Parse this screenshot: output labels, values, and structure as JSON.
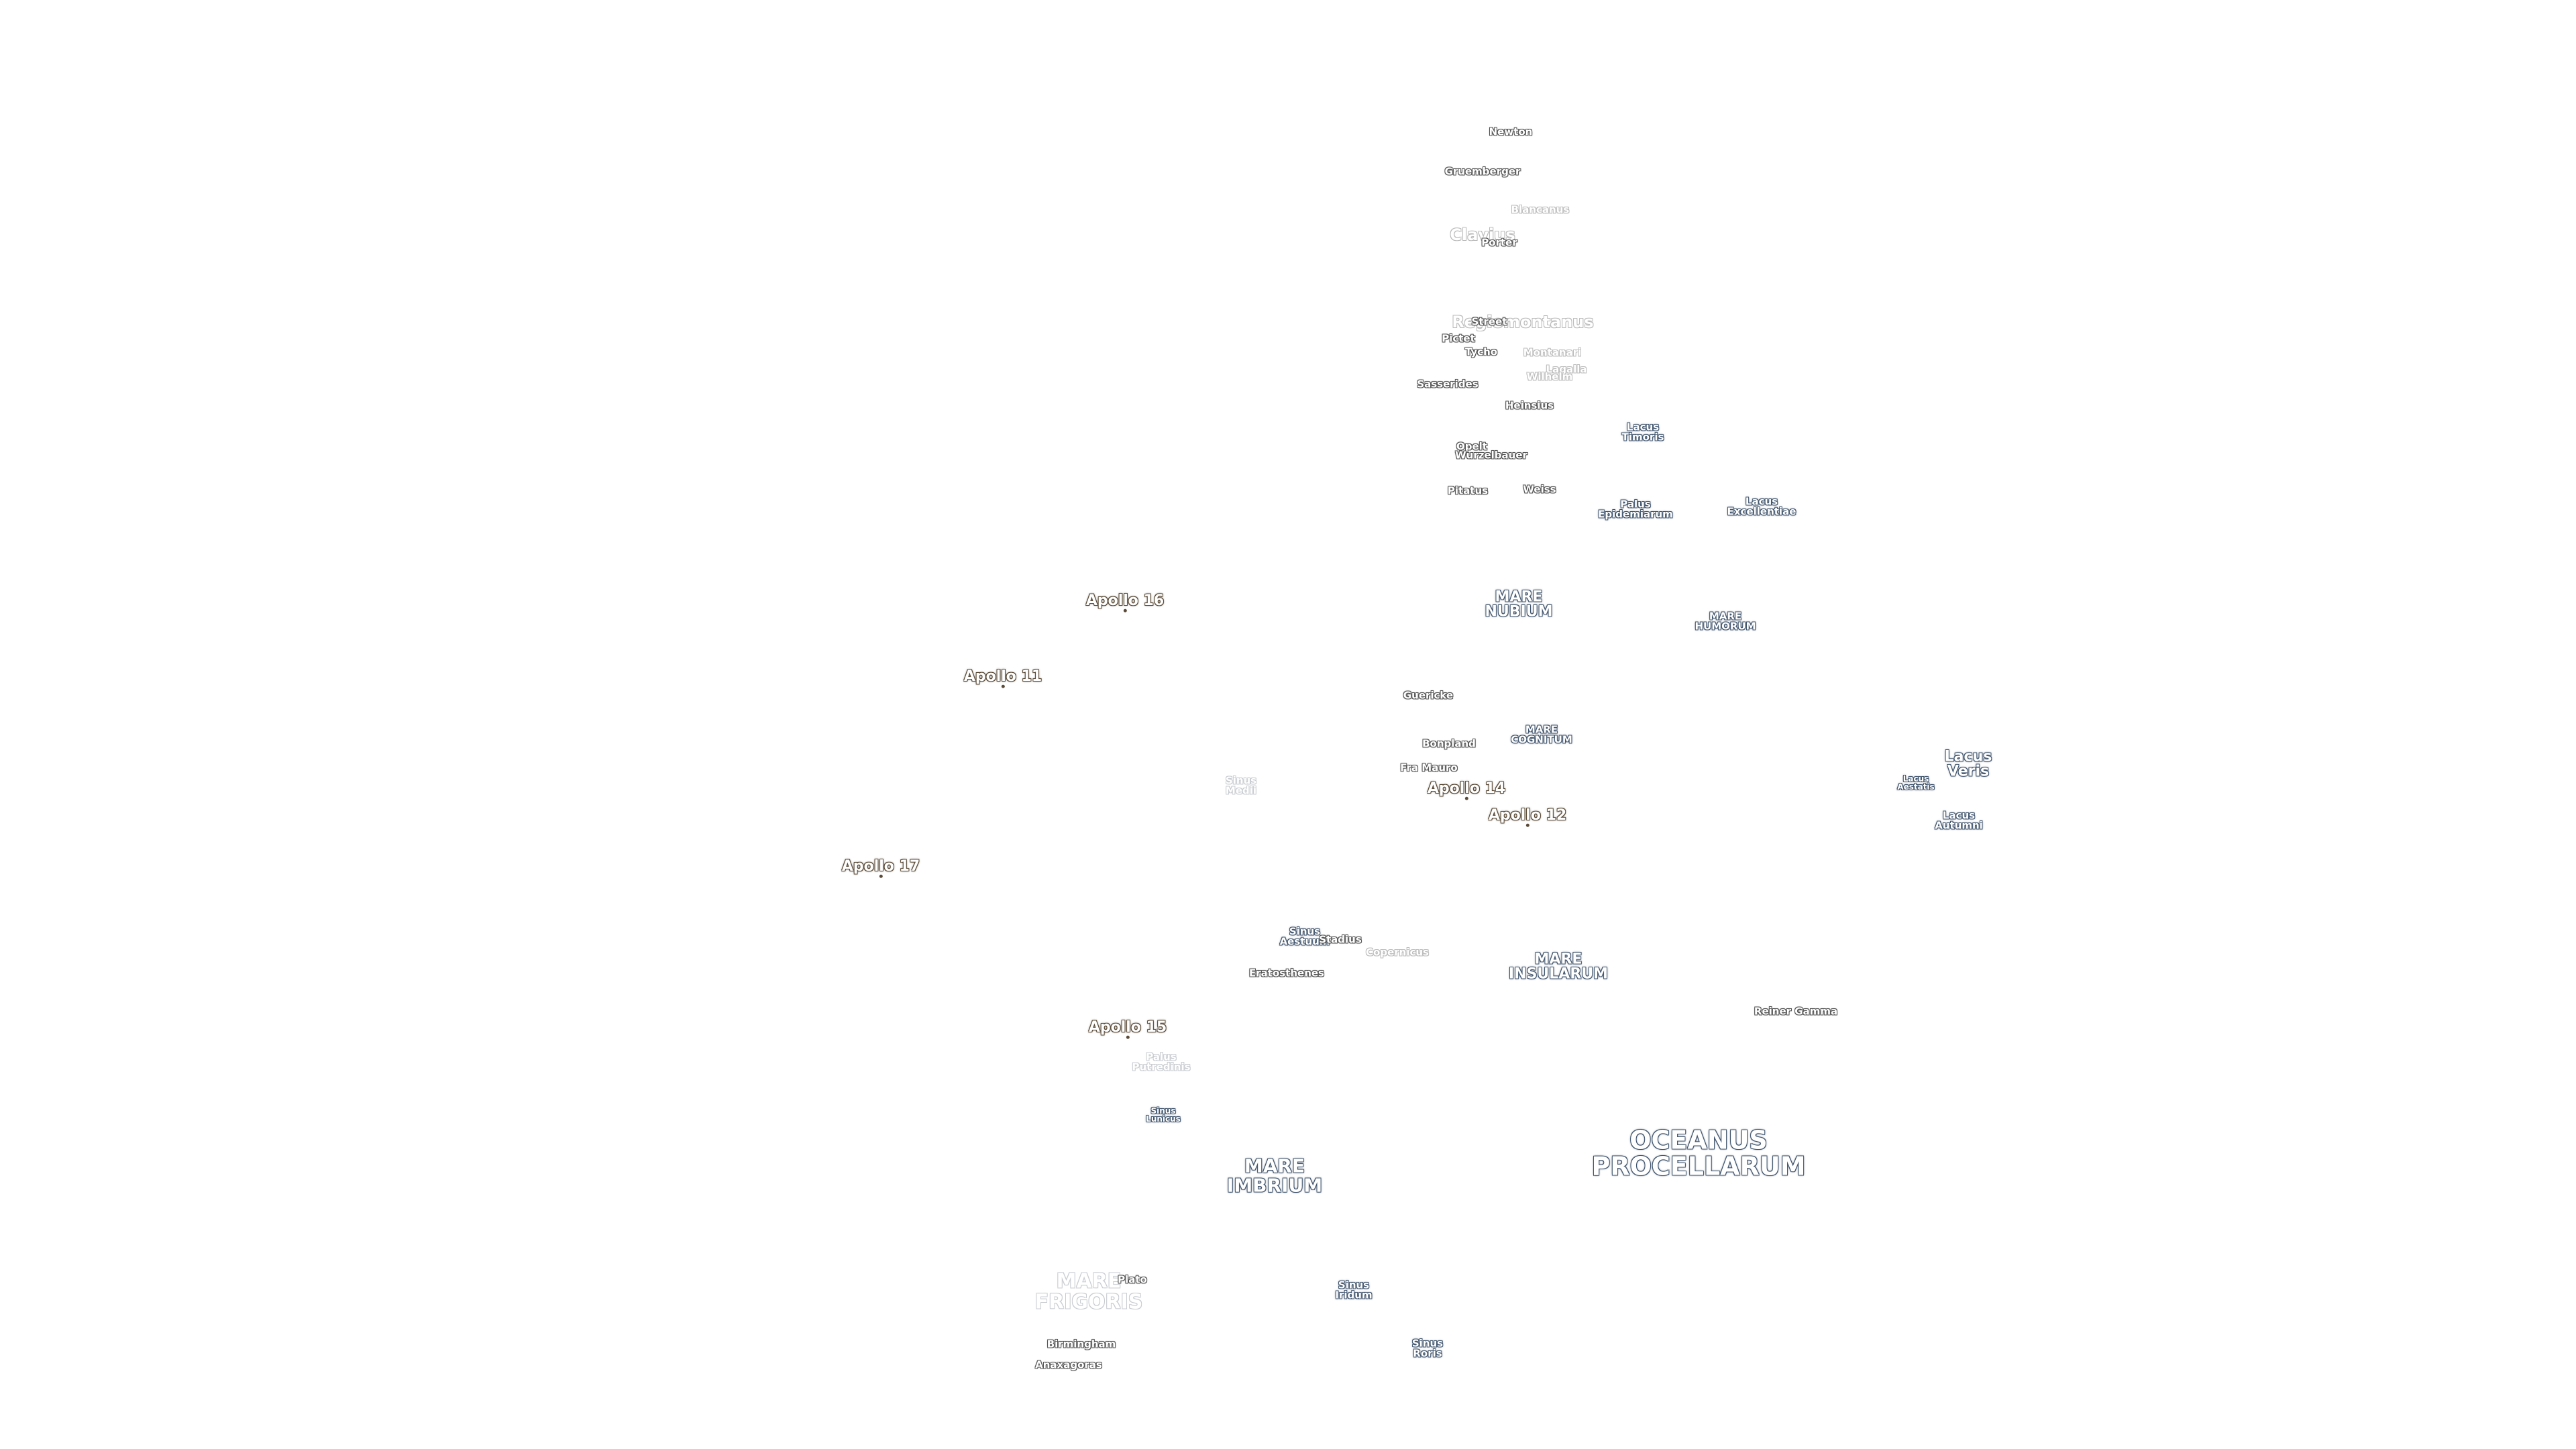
{
  "map": {
    "labels": [
      {
        "id": "newton",
        "kind": "crater",
        "lines": [
          "Newton"
        ]
      },
      {
        "id": "gruemberger",
        "kind": "crater",
        "lines": [
          "Gruemberger"
        ]
      },
      {
        "id": "blancanus",
        "kind": "crater",
        "lines": [
          "Blancanus"
        ]
      },
      {
        "id": "clavius",
        "kind": "crater",
        "lines": [
          "Clavius"
        ]
      },
      {
        "id": "porter",
        "kind": "crater",
        "lines": [
          "Porter"
        ]
      },
      {
        "id": "regiomontanus",
        "kind": "crater",
        "lines": [
          "Regiomontanus"
        ]
      },
      {
        "id": "street",
        "kind": "crater",
        "lines": [
          "Street"
        ]
      },
      {
        "id": "pictet",
        "kind": "crater",
        "lines": [
          "Pictet"
        ]
      },
      {
        "id": "tycho",
        "kind": "crater",
        "lines": [
          "Tycho"
        ]
      },
      {
        "id": "montanari",
        "kind": "crater",
        "lines": [
          "Montanari"
        ]
      },
      {
        "id": "lagalla",
        "kind": "crater",
        "lines": [
          "Lagalla"
        ]
      },
      {
        "id": "wilhelm",
        "kind": "crater",
        "lines": [
          "Wilhelm"
        ]
      },
      {
        "id": "sasserides",
        "kind": "crater",
        "lines": [
          "Sasserides"
        ]
      },
      {
        "id": "heinsius",
        "kind": "crater",
        "lines": [
          "Heinsius"
        ]
      },
      {
        "id": "lacus-timoris",
        "kind": "sea-small",
        "lines": [
          "Lacus",
          "Timoris"
        ]
      },
      {
        "id": "opelt",
        "kind": "crater",
        "lines": [
          "Opelt"
        ]
      },
      {
        "id": "wurzelbauer",
        "kind": "crater",
        "lines": [
          "Wurzelbauer"
        ]
      },
      {
        "id": "pitatus",
        "kind": "crater",
        "lines": [
          "Pitatus"
        ]
      },
      {
        "id": "weiss",
        "kind": "crater",
        "lines": [
          "Weiss"
        ]
      },
      {
        "id": "palus-epidemiarum",
        "kind": "sea-small",
        "lines": [
          "Palus",
          "Epidemiarum"
        ]
      },
      {
        "id": "lacus-excellentiae",
        "kind": "sea-small",
        "lines": [
          "Lacus",
          "Excellentiae"
        ]
      },
      {
        "id": "apollo-16",
        "kind": "apollo",
        "lines": [
          "Apollo 16"
        ]
      },
      {
        "id": "mare-nubium",
        "kind": "sea",
        "lines": [
          "MARE",
          "NUBIUM"
        ]
      },
      {
        "id": "mare-humorum",
        "kind": "sea-mid",
        "lines": [
          "MARE",
          "HUMORUM"
        ]
      },
      {
        "id": "apollo-11",
        "kind": "apollo",
        "lines": [
          "Apollo 11"
        ]
      },
      {
        "id": "guericke",
        "kind": "crater",
        "lines": [
          "Guericke"
        ]
      },
      {
        "id": "mare-cognitum",
        "kind": "sea-mid",
        "lines": [
          "MARE",
          "COGNITUM"
        ]
      },
      {
        "id": "bonpland",
        "kind": "crater",
        "lines": [
          "Bonpland"
        ]
      },
      {
        "id": "lacus-veris",
        "kind": "sea",
        "lines": [
          "Lacus",
          "Veris"
        ]
      },
      {
        "id": "sinus-medii",
        "kind": "sea-small-dim",
        "lines": [
          "Sinus",
          "Medii"
        ]
      },
      {
        "id": "fra-mauro",
        "kind": "crater",
        "lines": [
          "Fra Mauro"
        ]
      },
      {
        "id": "lacus-aestatis",
        "kind": "sea-tiny",
        "lines": [
          "Lacus",
          "Aestatis"
        ]
      },
      {
        "id": "apollo-14",
        "kind": "apollo",
        "lines": [
          "Apollo 14"
        ]
      },
      {
        "id": "apollo-12",
        "kind": "apollo",
        "lines": [
          "Apollo 12"
        ]
      },
      {
        "id": "lacus-autumni",
        "kind": "sea-small",
        "lines": [
          "Lacus",
          "Autumni"
        ]
      },
      {
        "id": "apollo-17",
        "kind": "apollo",
        "lines": [
          "Apollo 17"
        ]
      },
      {
        "id": "sinus-aestuum",
        "kind": "sea-mid",
        "lines": [
          "Sinus",
          "Aestuum"
        ]
      },
      {
        "id": "stadius",
        "kind": "crater",
        "lines": [
          "Stadius"
        ]
      },
      {
        "id": "copernicus",
        "kind": "crater-dim",
        "lines": [
          "Copernicus"
        ]
      },
      {
        "id": "mare-insularum",
        "kind": "sea",
        "lines": [
          "MARE",
          "INSULARUM"
        ]
      },
      {
        "id": "eratosthenes",
        "kind": "crater",
        "lines": [
          "Eratosthenes"
        ]
      },
      {
        "id": "reiner-gamma",
        "kind": "crater",
        "lines": [
          "Reiner Gamma"
        ]
      },
      {
        "id": "apollo-15",
        "kind": "apollo",
        "lines": [
          "Apollo 15"
        ]
      },
      {
        "id": "palus-putredinis",
        "kind": "sea-small-dim",
        "lines": [
          "Palus",
          "Putredinis"
        ]
      },
      {
        "id": "sinus-lunicus",
        "kind": "sea-tiny",
        "lines": [
          "Sinus",
          "Lunicus"
        ]
      },
      {
        "id": "oceanus-procellarum",
        "kind": "sea-large",
        "lines": [
          "OCEANUS",
          "PROCELLARUM"
        ]
      },
      {
        "id": "mare-imbrium",
        "kind": "sea-big",
        "lines": [
          "MARE",
          "IMBRIUM"
        ]
      },
      {
        "id": "mare-frigoris",
        "kind": "sea-big-dim",
        "lines": [
          "MARE",
          "FRIGORIS"
        ]
      },
      {
        "id": "plato",
        "kind": "crater",
        "lines": [
          "Plato"
        ]
      },
      {
        "id": "sinus-iridum",
        "kind": "sea-small",
        "lines": [
          "Sinus",
          "Iridum"
        ]
      },
      {
        "id": "birmingham",
        "kind": "crater",
        "lines": [
          "Birmingham"
        ]
      },
      {
        "id": "sinus-roris",
        "kind": "sea-small",
        "lines": [
          "Sinus",
          "Roris"
        ]
      },
      {
        "id": "anaxagoras",
        "kind": "crater",
        "lines": [
          "Anaxagoras"
        ]
      }
    ]
  }
}
